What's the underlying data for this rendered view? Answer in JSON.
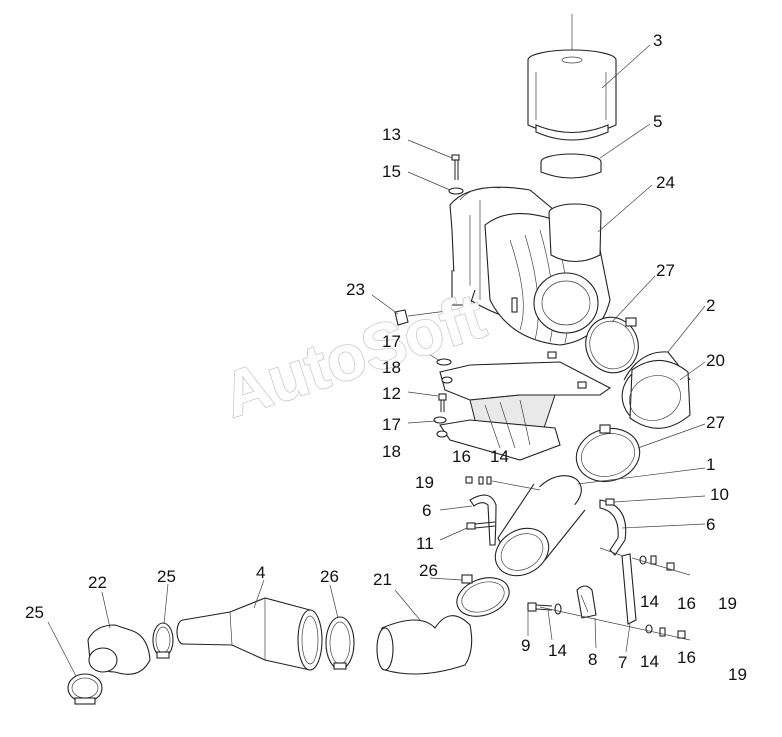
{
  "watermark": "AutoSoft",
  "callouts": {
    "c3": "3",
    "c5": "5",
    "c24": "24",
    "c13": "13",
    "c15": "15",
    "c27a": "27",
    "c2": "2",
    "c20": "20",
    "c23": "23",
    "c17a": "17",
    "c18a": "18",
    "c12": "12",
    "c17b": "17",
    "c18b": "18",
    "c27b": "27",
    "c16a": "16",
    "c14a": "14",
    "c1": "1",
    "c19a": "19",
    "c10": "10",
    "c6a": "6",
    "c6b": "6",
    "c11": "11",
    "c4": "4",
    "c26a": "26",
    "c21": "21",
    "c26b": "26",
    "c25a": "25",
    "c22": "22",
    "c25b": "25",
    "c14b": "14",
    "c16b": "16",
    "c19b": "19",
    "c9": "9",
    "c14c": "14",
    "c8": "8",
    "c7": "7",
    "c14d": "14",
    "c16c": "16",
    "c19c": "19"
  }
}
